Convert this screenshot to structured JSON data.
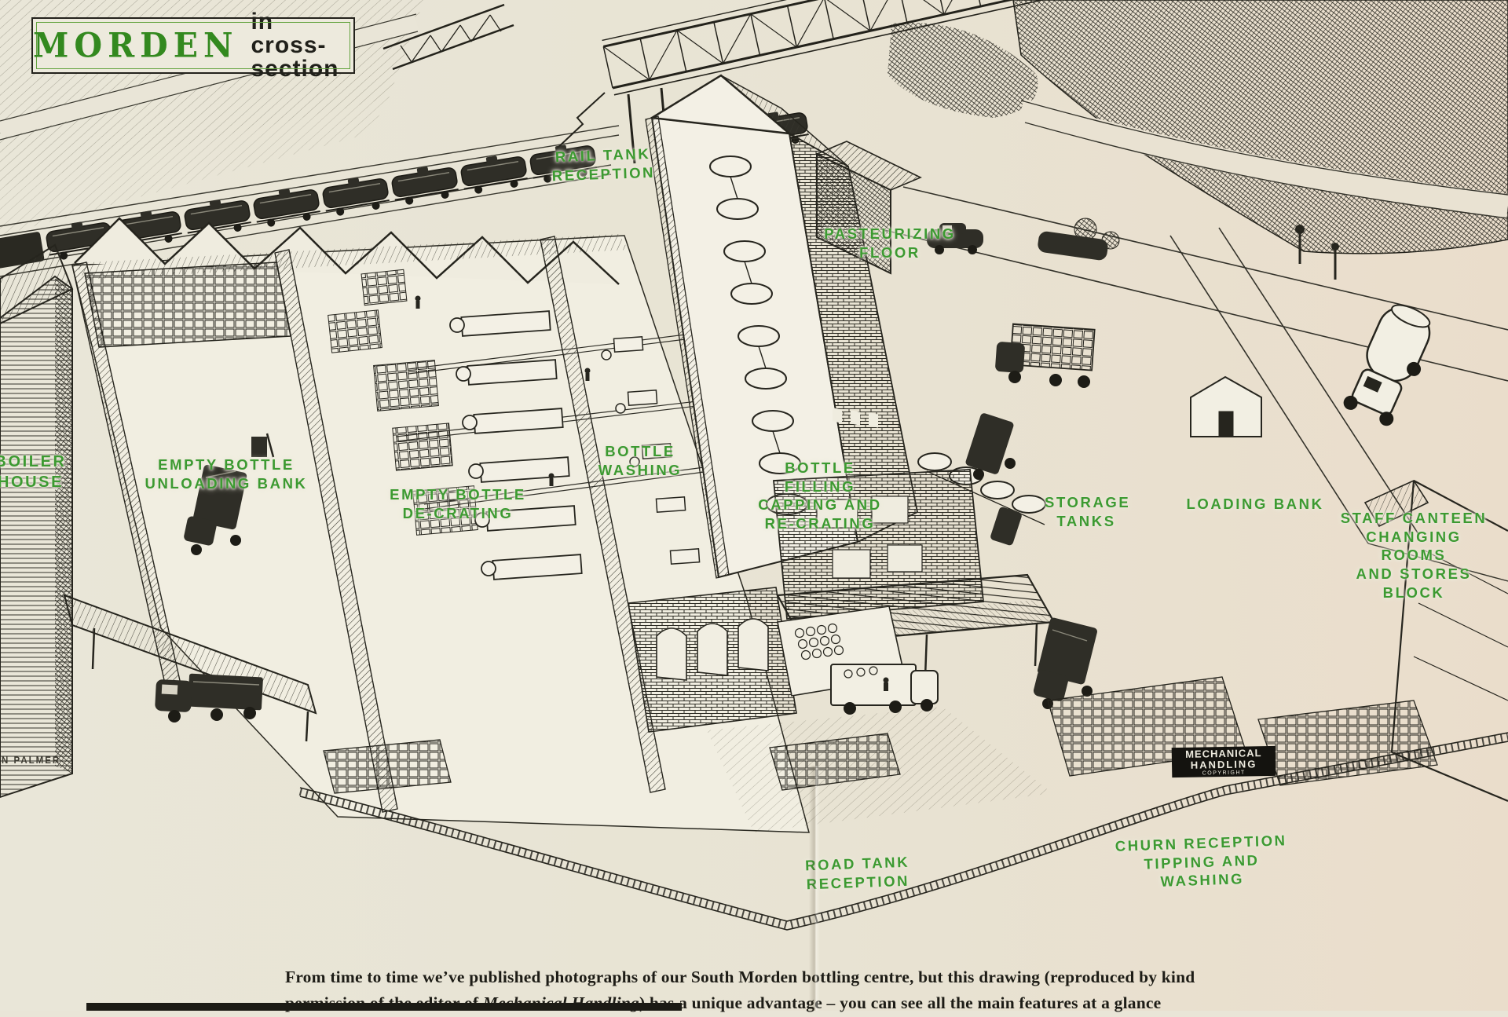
{
  "page": {
    "background": "#e9e5d7",
    "ink": "#26251e",
    "label_green": "#3c9a31",
    "title_green": "#33891f"
  },
  "title": {
    "brand": "MORDEN",
    "rest": "in cross-section"
  },
  "labels": [
    {
      "id": "rail-tank-reception",
      "text": "RAIL TANK RECEPTION"
    },
    {
      "id": "pasteurizing-floor",
      "text": "PASTEURIZING\nFLOOR"
    },
    {
      "id": "boiler-house",
      "text": "BOILER\nHOUSE"
    },
    {
      "id": "empty-bottle-unloading-bank",
      "text": "EMPTY BOTTLE\nUNLOADING BANK"
    },
    {
      "id": "empty-bottle-de-crating",
      "text": "EMPTY BOTTLE\nDE-CRATING"
    },
    {
      "id": "bottle-washing",
      "text": "BOTTLE\nWASHING"
    },
    {
      "id": "bottle-filling",
      "text": "BOTTLE FILLING\nCAPPING AND\nRE-CRATING"
    },
    {
      "id": "storage-tanks",
      "text": "STORAGE\nTANKS"
    },
    {
      "id": "loading-bank",
      "text": "LOADING BANK"
    },
    {
      "id": "staff-canteen",
      "text": "STAFF CANTEEN\nCHANGING ROOMS\nAND STORES BLOCK"
    },
    {
      "id": "road-tank-reception",
      "text": "ROAD TANK\nRECEPTION"
    },
    {
      "id": "churn-reception",
      "text": "CHURN RECEPTION\nTIPPING AND WASHING"
    }
  ],
  "caption": {
    "line1": "From time to time we’ve published photographs of our South Morden bottling centre, but this drawing (reproduced by kind",
    "line2_pre": "permission of the editor of ",
    "line2_italic": "Mechanical Handling",
    "line2_post": ") has a unique advantage – you can see all the main features at a glance"
  },
  "credits": {
    "artist": "N PALMER",
    "stamp_line1": "MECHANICAL",
    "stamp_line2": "HANDLING",
    "stamp_line3": "COPYRIGHT"
  }
}
